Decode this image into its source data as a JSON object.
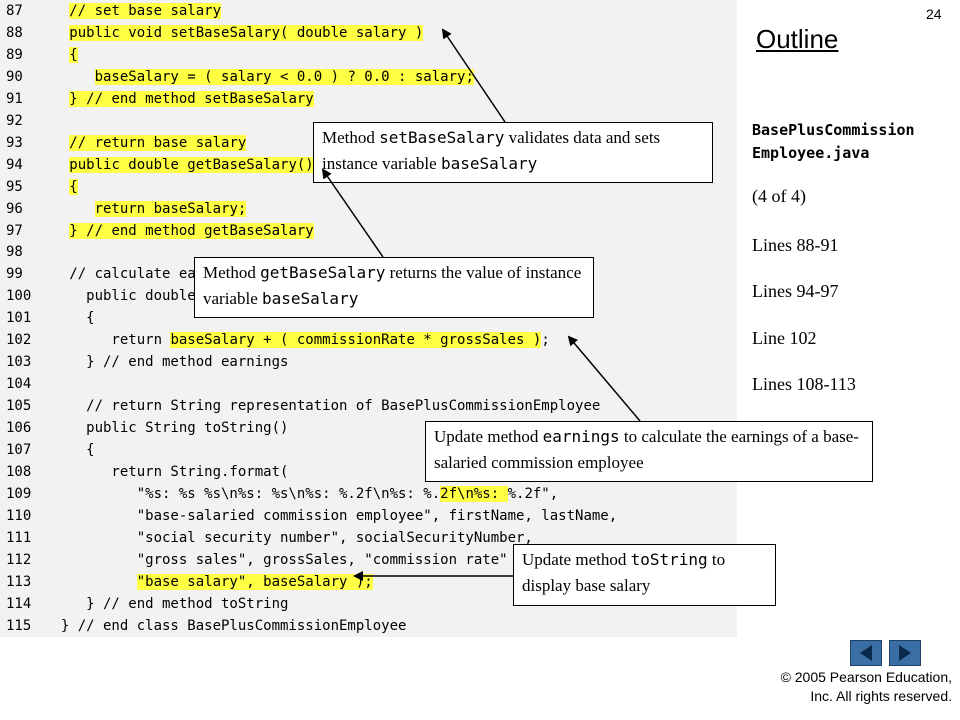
{
  "code_lines": [
    {
      "num": "87",
      "text": "   // set base salary"
    },
    {
      "num": "88",
      "text": "   public void setBaseSalary( double salary )"
    },
    {
      "num": "89",
      "text": "   {"
    },
    {
      "num": "90",
      "text": "      baseSalary = ( salary < 0.0 ) ? 0.0 : salary;"
    },
    {
      "num": "91",
      "text": "   } // end method setBaseSalary"
    },
    {
      "num": "92",
      "text": ""
    },
    {
      "num": "93",
      "text": "   // return base salary"
    },
    {
      "num": "94",
      "text": "   public double getBaseSalary()"
    },
    {
      "num": "95",
      "text": "   {"
    },
    {
      "num": "96",
      "text": "      return baseSalary;"
    },
    {
      "num": "97",
      "text": "   } // end method getBaseSalary"
    },
    {
      "num": "98",
      "text": ""
    },
    {
      "num": "99",
      "text": "   // calculate ea"
    },
    {
      "num": "100",
      "text": "     public double"
    },
    {
      "num": "101",
      "text": "     {"
    },
    {
      "num": "102",
      "text": "        return baseSalary + ( commissionRate * grossSales );"
    },
    {
      "num": "103",
      "text": "     } // end method earnings"
    },
    {
      "num": "104",
      "text": ""
    },
    {
      "num": "105",
      "text": "     // return String representation of BasePlusCommissionEmployee"
    },
    {
      "num": "106",
      "text": "     public String toString()"
    },
    {
      "num": "107",
      "text": "     {"
    },
    {
      "num": "108",
      "text": "        return String.format("
    },
    {
      "num": "109",
      "text": "           \"%s: %s %s\\n%s: %s\\n%s: %.2f\\n%s: %.2f\\n%s: %.2f\","
    },
    {
      "num": "110",
      "text": "           \"base-salaried commission employee\", firstName, lastName,"
    },
    {
      "num": "111",
      "text": "           \"social security number\", socialSecurityNumber,"
    },
    {
      "num": "112",
      "text": "           \"gross sales\", grossSales, \"commission rate\""
    },
    {
      "num": "113",
      "text": "           \"base salary\", baseSalary );"
    },
    {
      "num": "114",
      "text": "     } // end method toString"
    },
    {
      "num": "115",
      "text": "  } // end class BasePlusCommissionEmployee"
    }
  ],
  "callouts": {
    "set_base_salary": {
      "pre": "Method ",
      "mono": "setBaseSalary",
      "post": " validates data and sets instance variable ",
      "mono2": "baseSalary"
    },
    "get_base_salary": {
      "pre": "Method ",
      "mono": "getBaseSalary",
      "post": " returns the value of instance variable ",
      "mono2": "baseSalary"
    },
    "earnings": {
      "pre": "Update method ",
      "mono": "earnings",
      "post": " to calculate the earnings of a base-salaried commission employee"
    },
    "to_string": {
      "pre": "Update method ",
      "mono": "toString",
      "post": " to display base salary"
    }
  },
  "sidebar": {
    "page_number": "24",
    "title": "Outline",
    "file_line1": "BasePlusCommission",
    "file_line2": "Employee.java",
    "items": [
      "(4 of 4)",
      "Lines 88-91",
      "Lines 94-97",
      "Line 102",
      "Lines 108-113"
    ]
  },
  "footer": {
    "copyright_line1": "© 2005 Pearson Education,",
    "copyright_line2": "Inc.  All rights reserved."
  },
  "nav": {
    "prev_icon": "triangle-left-icon",
    "next_icon": "triangle-right-icon"
  }
}
